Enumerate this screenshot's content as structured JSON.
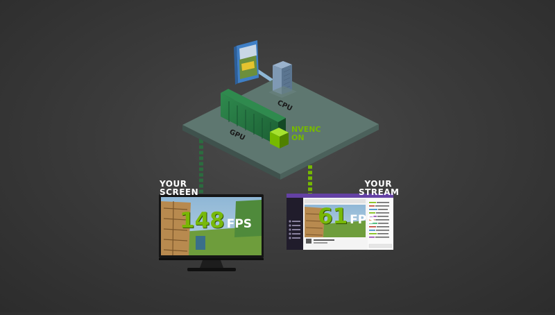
{
  "diagram": {
    "nodes": {
      "cpu": {
        "label": "CPU"
      },
      "gpu": {
        "label": "GPU"
      },
      "nvenc": {
        "label_line1": "NVENC",
        "label_line2": "ON"
      }
    },
    "screen": {
      "caption_line1": "YOUR",
      "caption_line2": "SCREEN",
      "fps_value": "148",
      "fps_unit": "FPS"
    },
    "stream": {
      "caption_line1": "YOUR",
      "caption_line2": "STREAM",
      "fps_value": "61",
      "fps_unit": "FPS"
    },
    "colors": {
      "background": "#3b3b3b",
      "board": "#5f7a72",
      "nvidia_green": "#76b900",
      "gpu_green": "#1f6b3a",
      "stream_purple": "#6441a4"
    }
  }
}
